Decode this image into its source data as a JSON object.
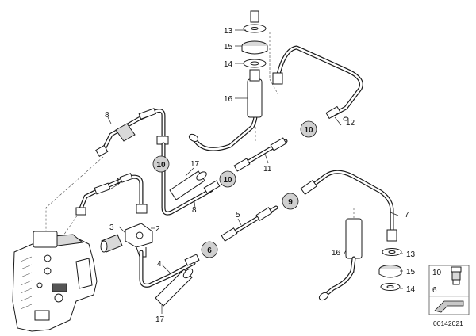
{
  "callouts": [
    {
      "key": "c1",
      "text": "1"
    },
    {
      "key": "c2",
      "text": "2"
    },
    {
      "key": "c3",
      "text": "3"
    },
    {
      "key": "c4",
      "text": "4"
    },
    {
      "key": "c5",
      "text": "5"
    },
    {
      "key": "c6",
      "text": "6"
    },
    {
      "key": "c7",
      "text": "7"
    },
    {
      "key": "c8",
      "text": "8"
    },
    {
      "key": "c8b",
      "text": "8"
    },
    {
      "key": "c11",
      "text": "11"
    },
    {
      "key": "c12",
      "text": "12"
    },
    {
      "key": "c13a",
      "text": "13"
    },
    {
      "key": "c14a",
      "text": "14"
    },
    {
      "key": "c15a",
      "text": "15"
    },
    {
      "key": "c16a",
      "text": "16"
    },
    {
      "key": "c13b",
      "text": "13"
    },
    {
      "key": "c14b",
      "text": "14"
    },
    {
      "key": "c15b",
      "text": "15"
    },
    {
      "key": "c16b",
      "text": "16"
    },
    {
      "key": "c17a",
      "text": "17"
    },
    {
      "key": "c17b",
      "text": "17"
    }
  ],
  "circled": {
    "c10a": "10",
    "c10b": "10",
    "c10c": "10",
    "c9a": "9",
    "c6a": "6"
  },
  "legend": {
    "item_10": "10",
    "item_6": "6"
  },
  "ref_number": "00142021"
}
